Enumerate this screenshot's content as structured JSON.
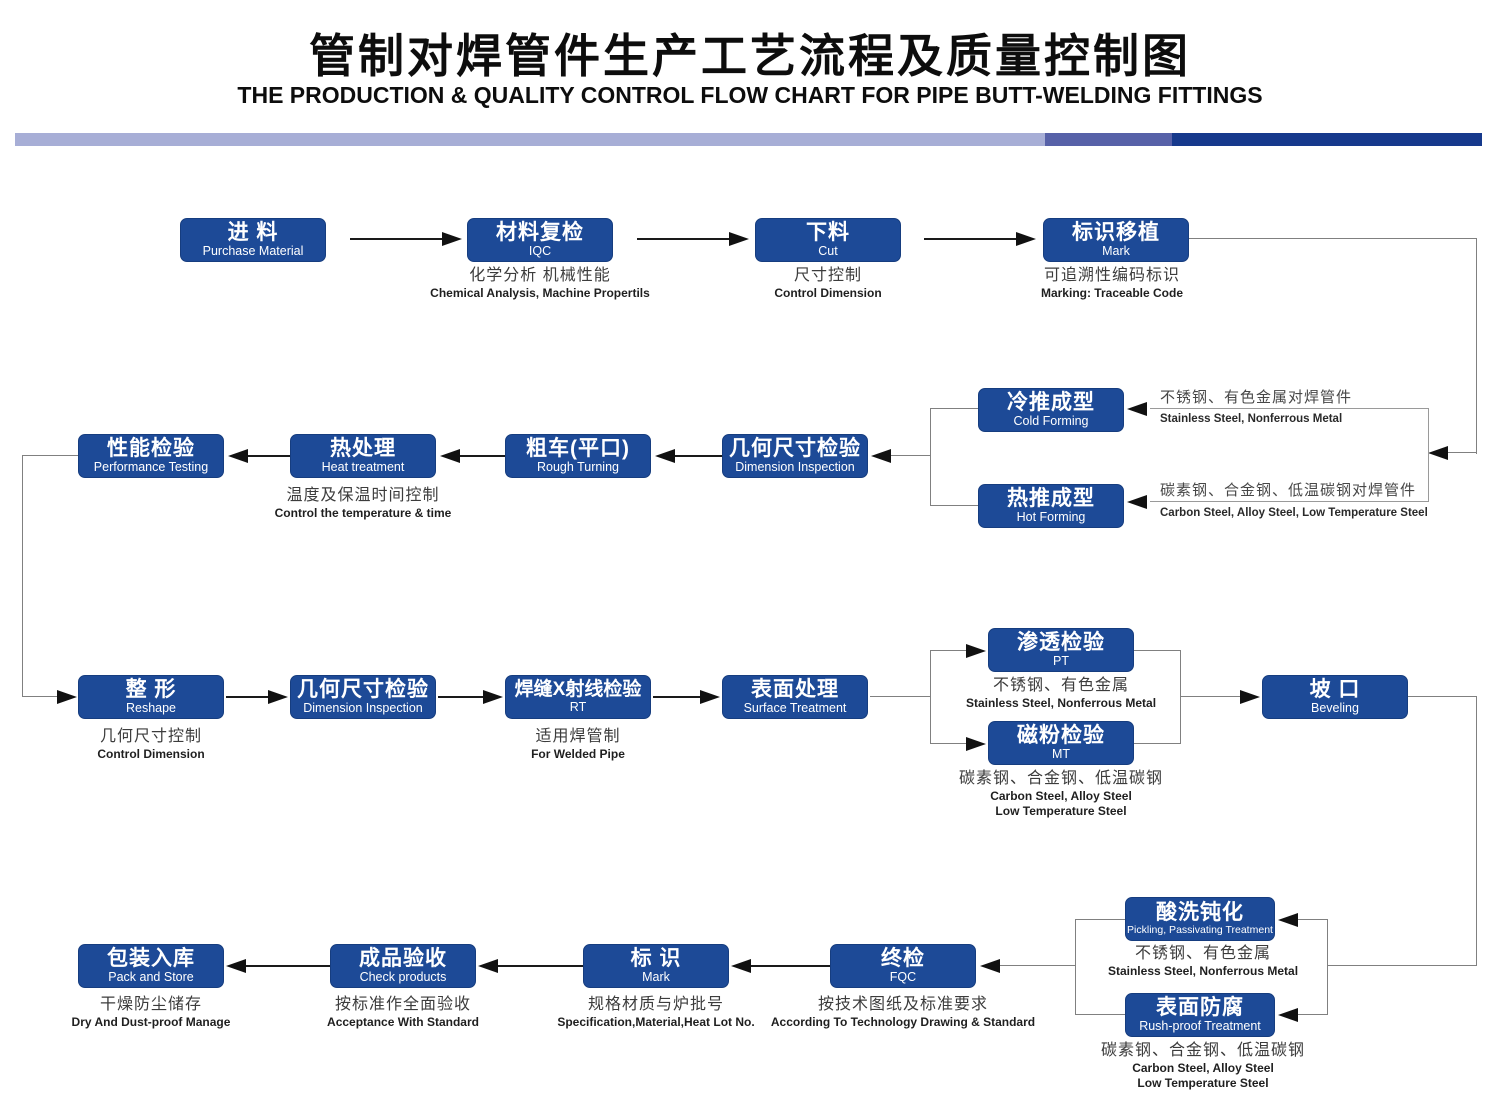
{
  "title": {
    "zh": "管制对焊管件生产工艺流程及质量控制图",
    "en": "THE PRODUCTION & QUALITY CONTROL FLOW CHART FOR PIPE BUTT-WELDING FITTINGS"
  },
  "colors": {
    "box": "#1d4a97",
    "bar_light": "#a7aed6",
    "bar_mid": "#5761a8",
    "bar_dark": "#16398c",
    "line_dark": "#1a1a1a",
    "line_gray": "#808080"
  },
  "nodes": {
    "purchase": {
      "zh": "进 料",
      "en": "Purchase Material"
    },
    "iqc": {
      "zh": "材料复检",
      "en": "IQC",
      "note_zh": "化学分析  机械性能",
      "note_en": "Chemical Analysis, Machine Propertils"
    },
    "cut": {
      "zh": "下料",
      "en": "Cut",
      "note_zh": "尺寸控制",
      "note_en": "Control Dimension"
    },
    "mark_transplant": {
      "zh": "标识移植",
      "en": "Mark",
      "note_zh": "可追溯性编码标识",
      "note_en": "Marking: Traceable Code"
    },
    "cold": {
      "zh": "冷推成型",
      "en": "Cold Forming",
      "label_zh": "不锈钢、有色金属对焊管件",
      "label_en": "Stainless Steel, Nonferrous Metal"
    },
    "hot": {
      "zh": "热推成型",
      "en": "Hot Forming",
      "label_zh": "碳素钢、合金钢、低温碳钢对焊管件",
      "label_en": "Carbon Steel, Alloy Steel, Low Temperature Steel"
    },
    "dim1": {
      "zh": "几何尺寸检验",
      "en": "Dimension Inspection"
    },
    "rough": {
      "zh": "粗车(平口)",
      "en": "Rough Turning"
    },
    "heat": {
      "zh": "热处理",
      "en": "Heat treatment",
      "note_zh": "温度及保温时间控制",
      "note_en": "Control the temperature & time"
    },
    "perf": {
      "zh": "性能检验",
      "en": "Performance Testing"
    },
    "reshape": {
      "zh": "整 形",
      "en": "Reshape",
      "note_zh": "几何尺寸控制",
      "note_en": "Control Dimension"
    },
    "dim2": {
      "zh": "几何尺寸检验",
      "en": "Dimension Inspection"
    },
    "rt": {
      "zh": "焊缝X射线检验",
      "en": "RT",
      "note_zh": "适用焊管制",
      "note_en": "For Welded Pipe"
    },
    "surface": {
      "zh": "表面处理",
      "en": "Surface Treatment"
    },
    "pt": {
      "zh": "渗透检验",
      "en": "PT",
      "note_zh": "不锈钢、有色金属",
      "note_en": "Stainless Steel, Nonferrous Metal"
    },
    "mt": {
      "zh": "磁粉检验",
      "en": "MT",
      "note_zh": "碳素钢、合金钢、低温碳钢",
      "note_en1": "Carbon Steel, Alloy Steel",
      "note_en2": "Low Temperature Steel"
    },
    "bevel": {
      "zh": "坡  口",
      "en": "Beveling"
    },
    "pickling": {
      "zh": "酸洗钝化",
      "en": "Pickling, Passivating  Treatment",
      "note_zh": "不锈钢、有色金属",
      "note_en": "Stainless Steel, Nonferrous Metal"
    },
    "rust": {
      "zh": "表面防腐",
      "en": "Rush-proof Treatment",
      "note_zh": "碳素钢、合金钢、低温碳钢",
      "note_en1": "Carbon Steel, Alloy Steel",
      "note_en2": "Low Temperature Steel"
    },
    "fqc": {
      "zh": "终检",
      "en": "FQC",
      "note_zh": "按技术图纸及标准要求",
      "note_en": "According To Technology Drawing & Standard"
    },
    "mark_final": {
      "zh": "标  识",
      "en": "Mark",
      "note_zh": "规格材质与炉批号",
      "note_en": "Specification,Material,Heat Lot No."
    },
    "check": {
      "zh": "成品验收",
      "en": "Check products",
      "note_zh": "按标准作全面验收",
      "note_en": "Acceptance With Standard"
    },
    "pack": {
      "zh": "包装入库",
      "en": "Pack and Store",
      "note_zh": "干燥防尘储存",
      "note_en": "Dry And Dust-proof  Manage"
    }
  }
}
